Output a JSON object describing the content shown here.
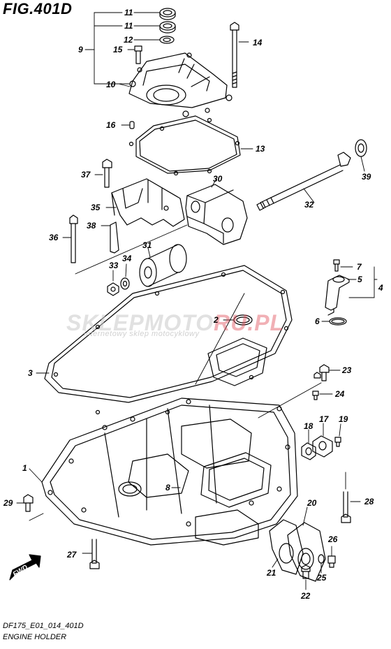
{
  "figure": {
    "title": "FIG.401D",
    "code": "DF175_E01_014_401D",
    "name": "ENGINE HOLDER",
    "watermark_main": "SKLEPMOTO",
    "watermark_accent": "RU.PL",
    "watermark_sub": "internetowy sklep motocyklowy",
    "fwd_label": "FWD"
  },
  "callouts": [
    {
      "id": "p11a",
      "label": "11"
    },
    {
      "id": "p11b",
      "label": "11"
    },
    {
      "id": "p12",
      "label": "12"
    },
    {
      "id": "p9",
      "label": "9"
    },
    {
      "id": "p15",
      "label": "15"
    },
    {
      "id": "p14",
      "label": "14"
    },
    {
      "id": "p10",
      "label": "10"
    },
    {
      "id": "p16",
      "label": "16"
    },
    {
      "id": "p13",
      "label": "13"
    },
    {
      "id": "p39",
      "label": "39"
    },
    {
      "id": "p37",
      "label": "37"
    },
    {
      "id": "p30",
      "label": "30"
    },
    {
      "id": "p35",
      "label": "35"
    },
    {
      "id": "p32",
      "label": "32"
    },
    {
      "id": "p36",
      "label": "36"
    },
    {
      "id": "p38",
      "label": "38"
    },
    {
      "id": "p31",
      "label": "31"
    },
    {
      "id": "p34",
      "label": "34"
    },
    {
      "id": "p33",
      "label": "33"
    },
    {
      "id": "p7",
      "label": "7"
    },
    {
      "id": "p5",
      "label": "5"
    },
    {
      "id": "p4",
      "label": "4"
    },
    {
      "id": "p2",
      "label": "2"
    },
    {
      "id": "p6",
      "label": "6"
    },
    {
      "id": "p3",
      "label": "3"
    },
    {
      "id": "p23",
      "label": "23"
    },
    {
      "id": "p24",
      "label": "24"
    },
    {
      "id": "p18",
      "label": "18"
    },
    {
      "id": "p17",
      "label": "17"
    },
    {
      "id": "p19",
      "label": "19"
    },
    {
      "id": "p1",
      "label": "1"
    },
    {
      "id": "p8",
      "label": "8"
    },
    {
      "id": "p28",
      "label": "28"
    },
    {
      "id": "p29",
      "label": "29"
    },
    {
      "id": "p20",
      "label": "20"
    },
    {
      "id": "p26",
      "label": "26"
    },
    {
      "id": "p27",
      "label": "27"
    },
    {
      "id": "p21",
      "label": "21"
    },
    {
      "id": "p25",
      "label": "25"
    },
    {
      "id": "p22",
      "label": "22"
    }
  ]
}
